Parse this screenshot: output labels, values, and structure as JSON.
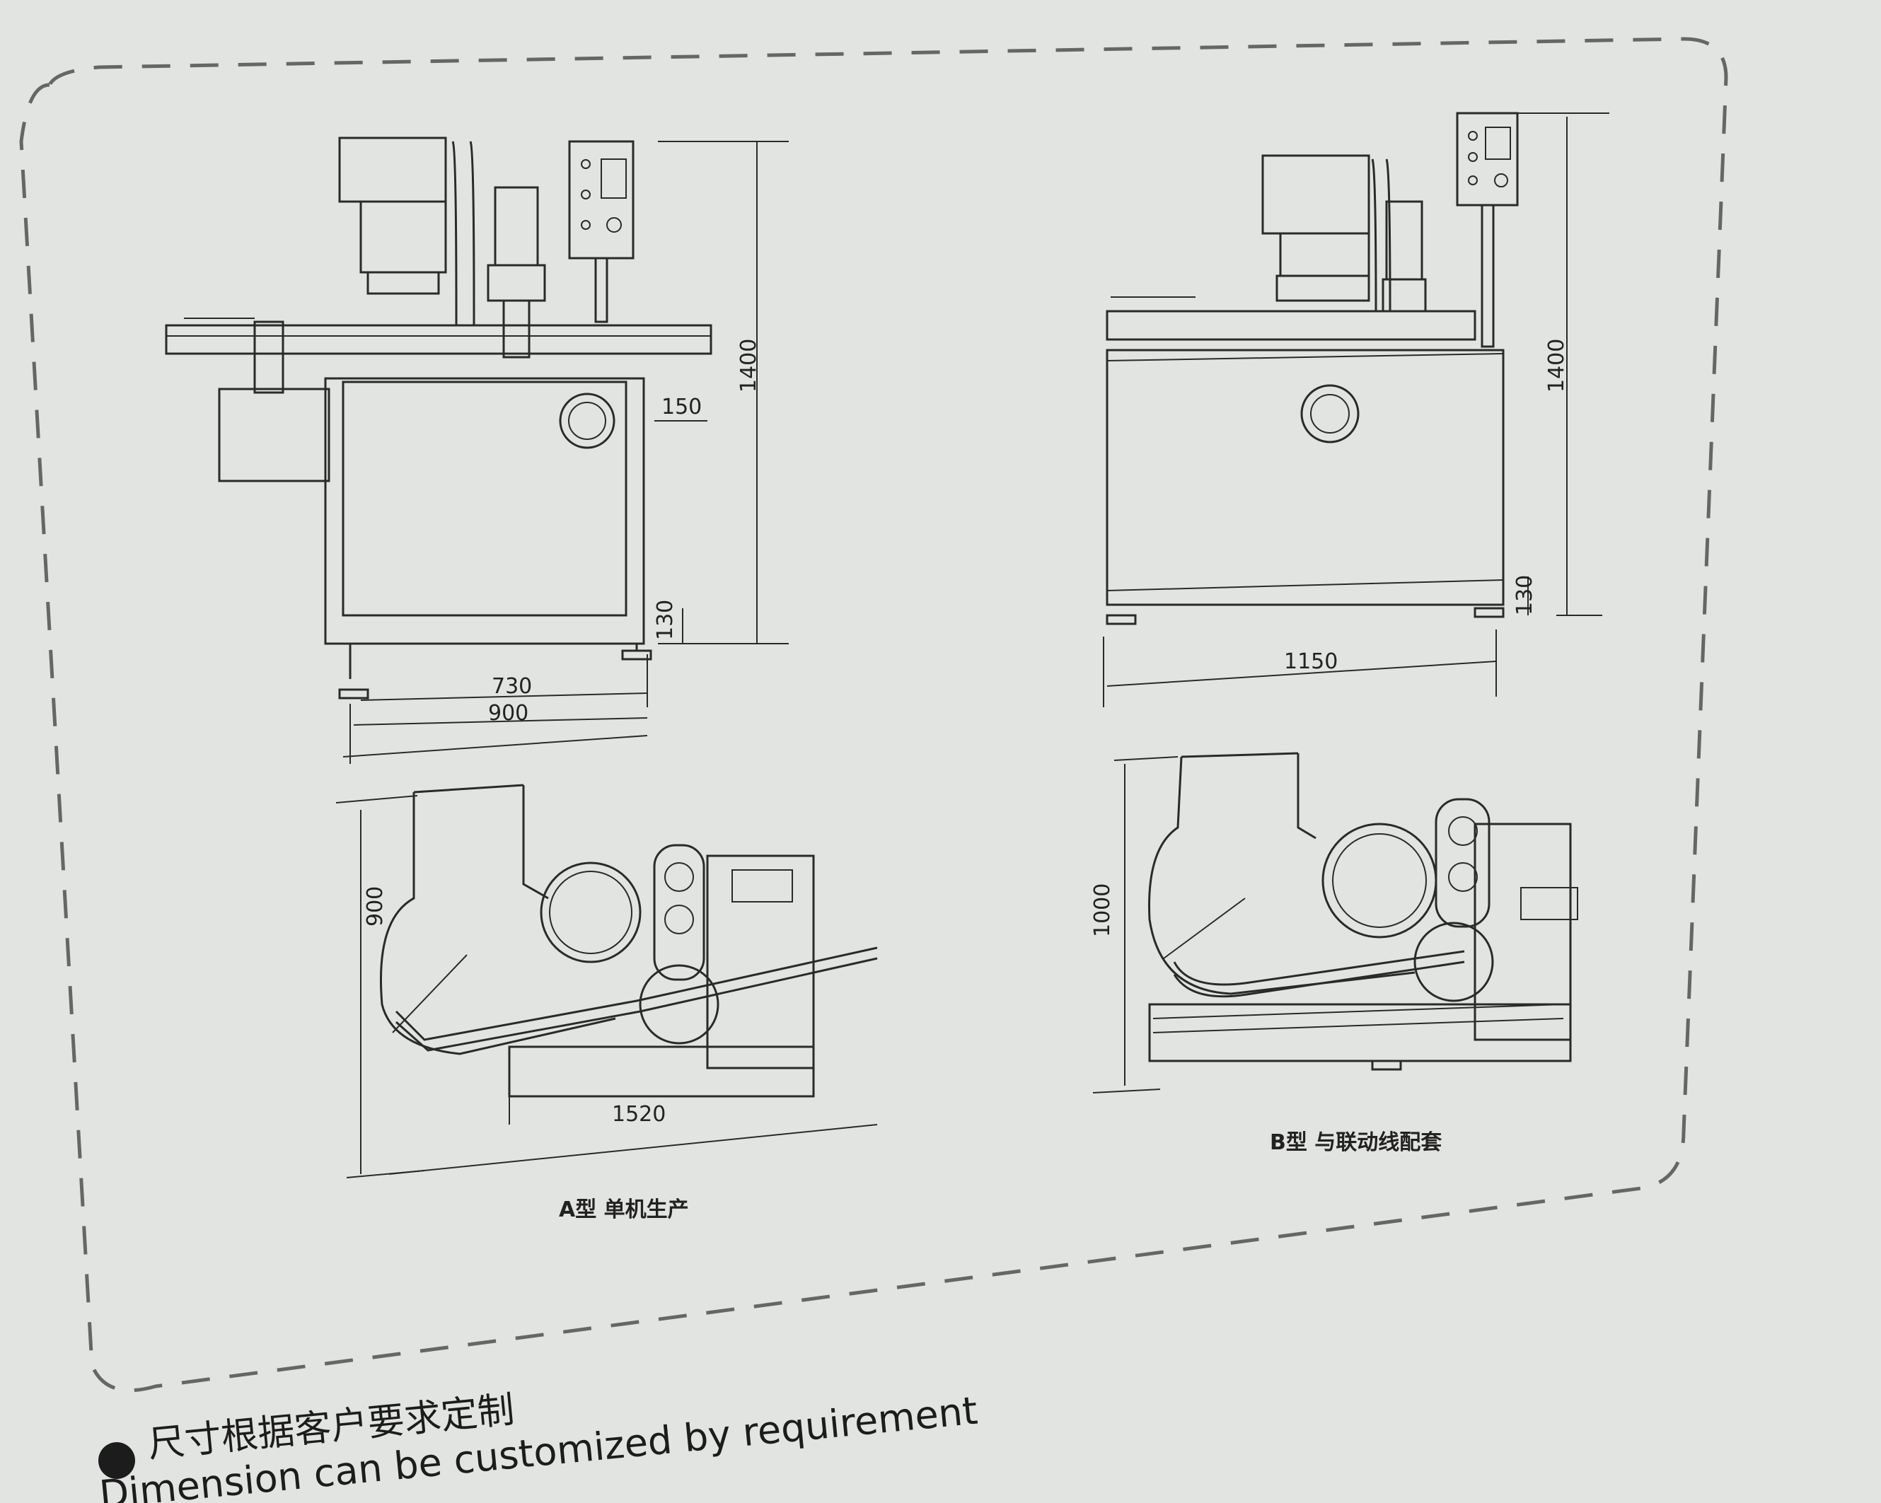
{
  "diagram_a": {
    "front_view": {
      "dim_height": "1400",
      "dim_offset": "150",
      "dim_foot": "130",
      "dim_inner_width": "730",
      "dim_outer_width": "900"
    },
    "top_view": {
      "dim_depth": "900",
      "dim_length": "1520"
    },
    "caption": "A型 单机生产"
  },
  "diagram_b": {
    "front_view": {
      "dim_height": "1400",
      "dim_foot": "130",
      "dim_width": "1150"
    },
    "top_view": {
      "dim_depth": "1000"
    },
    "caption": "B型 与联动线配套"
  },
  "footer": {
    "note_zh": "尺寸根据客户要求定制",
    "note_en": "Dimension can be customized by requirement"
  }
}
